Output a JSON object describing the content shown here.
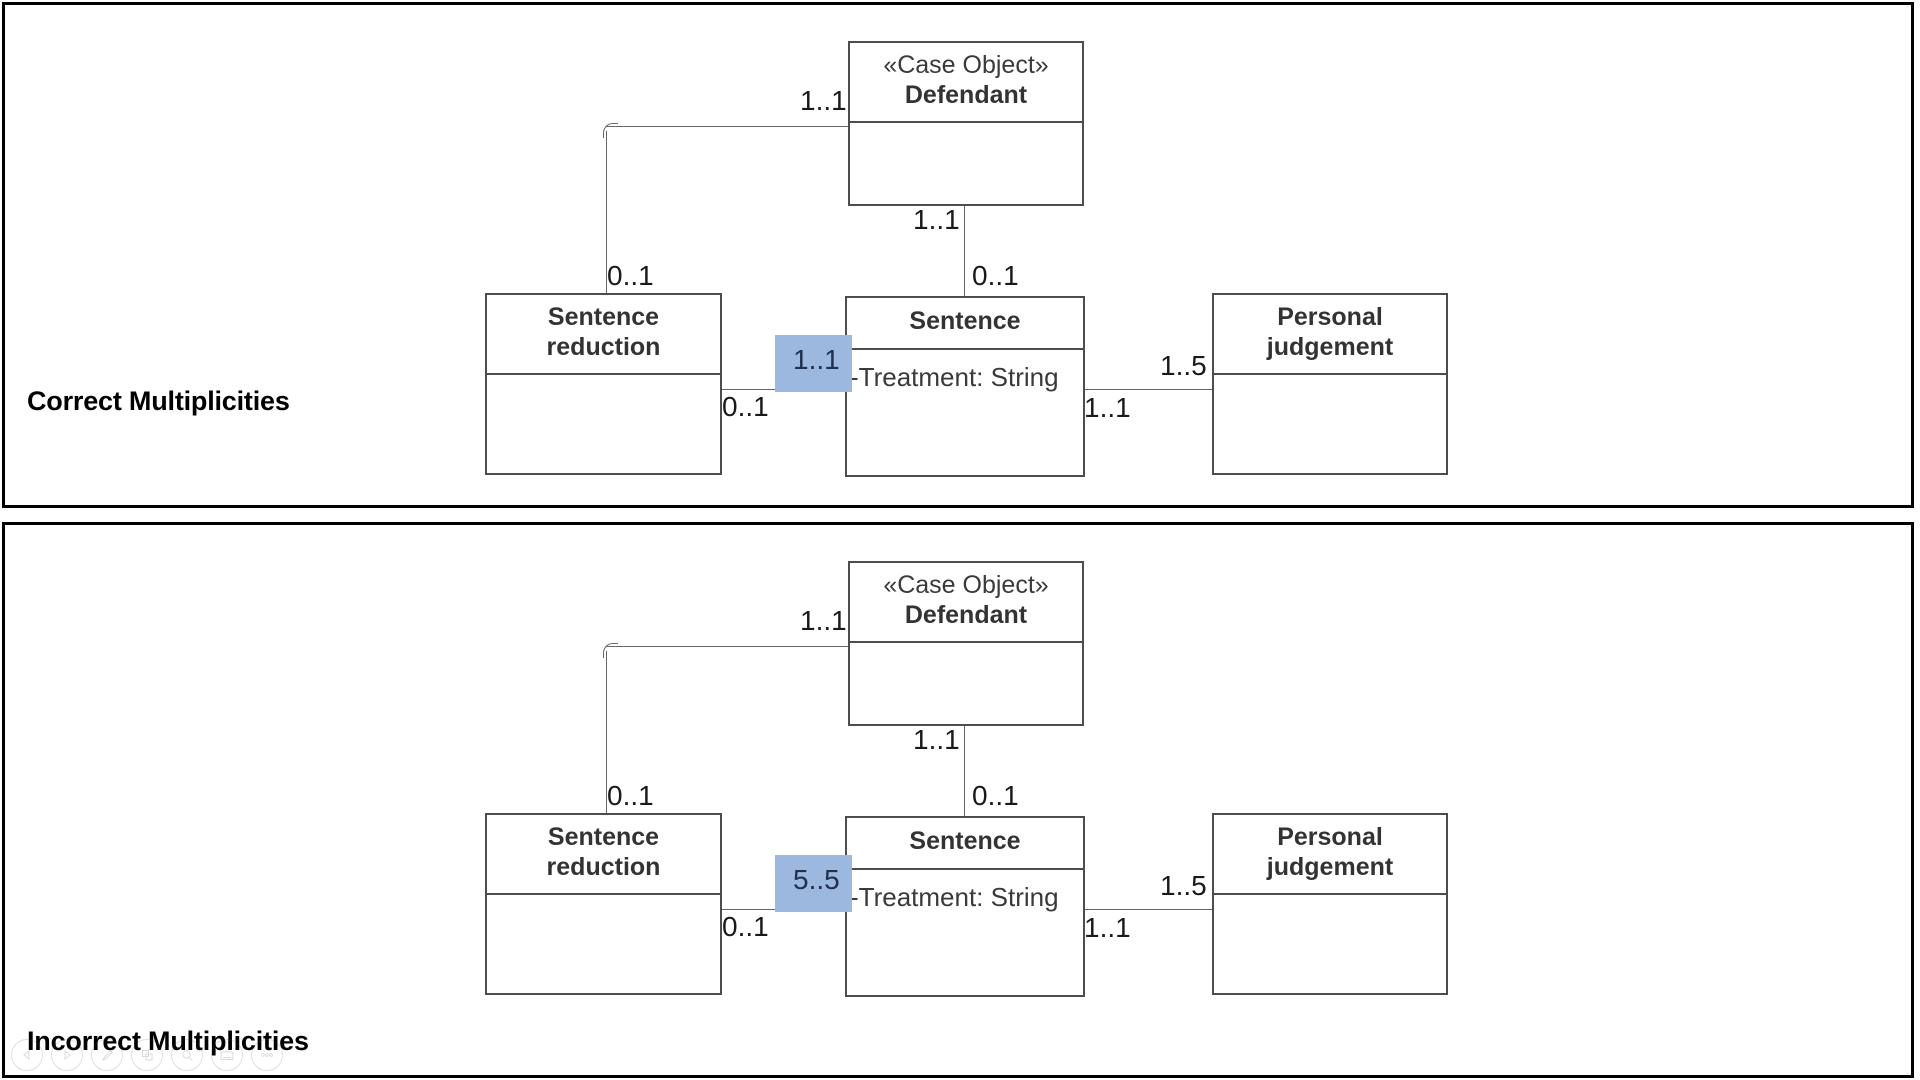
{
  "document": {
    "type": "uml-class-diagram",
    "panel_count": 2
  },
  "colors": {
    "highlight_fill": "#9db8de",
    "highlight_text": "#20314f",
    "class_border": "#4d4d4d",
    "link_line": "#666666",
    "panel_border": "#000000",
    "background": "#ffffff"
  },
  "panels": [
    {
      "id": "correct",
      "caption": "Correct Multiplicities",
      "highlighted_multiplicity": "1..1"
    },
    {
      "id": "incorrect",
      "caption": "Incorrect Multiplicities",
      "highlighted_multiplicity": "5..5"
    }
  ],
  "classes": {
    "defendant": {
      "stereotype": "«Case Object»",
      "name": "Defendant",
      "attributes": []
    },
    "sentence_reduction": {
      "name_line1": "Sentence",
      "name_line2": "reduction",
      "attributes": []
    },
    "sentence": {
      "name": "Sentence",
      "attribute": "-Treatment: String"
    },
    "personal_judgement": {
      "name_line1": "Personal",
      "name_line2": "judgement",
      "attributes": []
    }
  },
  "multiplicities": {
    "defendant_left": "1..1",
    "reduction_top": "0..1",
    "defendant_bottom": "1..1",
    "sentence_top": "0..1",
    "reduction_right": "0..1",
    "sentence_right": "1..1",
    "judgement_left": "1..5"
  },
  "associations": [
    {
      "from": "Defendant",
      "to": "Sentence reduction",
      "from_multiplicity": "1..1",
      "to_multiplicity": "0..1"
    },
    {
      "from": "Defendant",
      "to": "Sentence",
      "from_multiplicity": "1..1",
      "to_multiplicity": "0..1"
    },
    {
      "from": "Sentence reduction",
      "to": "Sentence",
      "from_multiplicity": "0..1",
      "to_multiplicity_correct": "1..1",
      "to_multiplicity_incorrect": "5..5"
    },
    {
      "from": "Sentence",
      "to": "Personal judgement",
      "from_multiplicity": "1..1",
      "to_multiplicity": "1..5"
    }
  ],
  "toolbar": {
    "items": [
      {
        "icon": "back-arrow-icon",
        "label": ""
      },
      {
        "icon": "forward-arrow-icon",
        "label": ""
      },
      {
        "icon": "pencil-icon",
        "label": ""
      },
      {
        "icon": "layers-icon",
        "label": ""
      },
      {
        "icon": "search-icon",
        "label": ""
      },
      {
        "icon": "keyboard-icon",
        "label": ""
      },
      {
        "icon": "more-options-icon",
        "label": ""
      }
    ]
  }
}
